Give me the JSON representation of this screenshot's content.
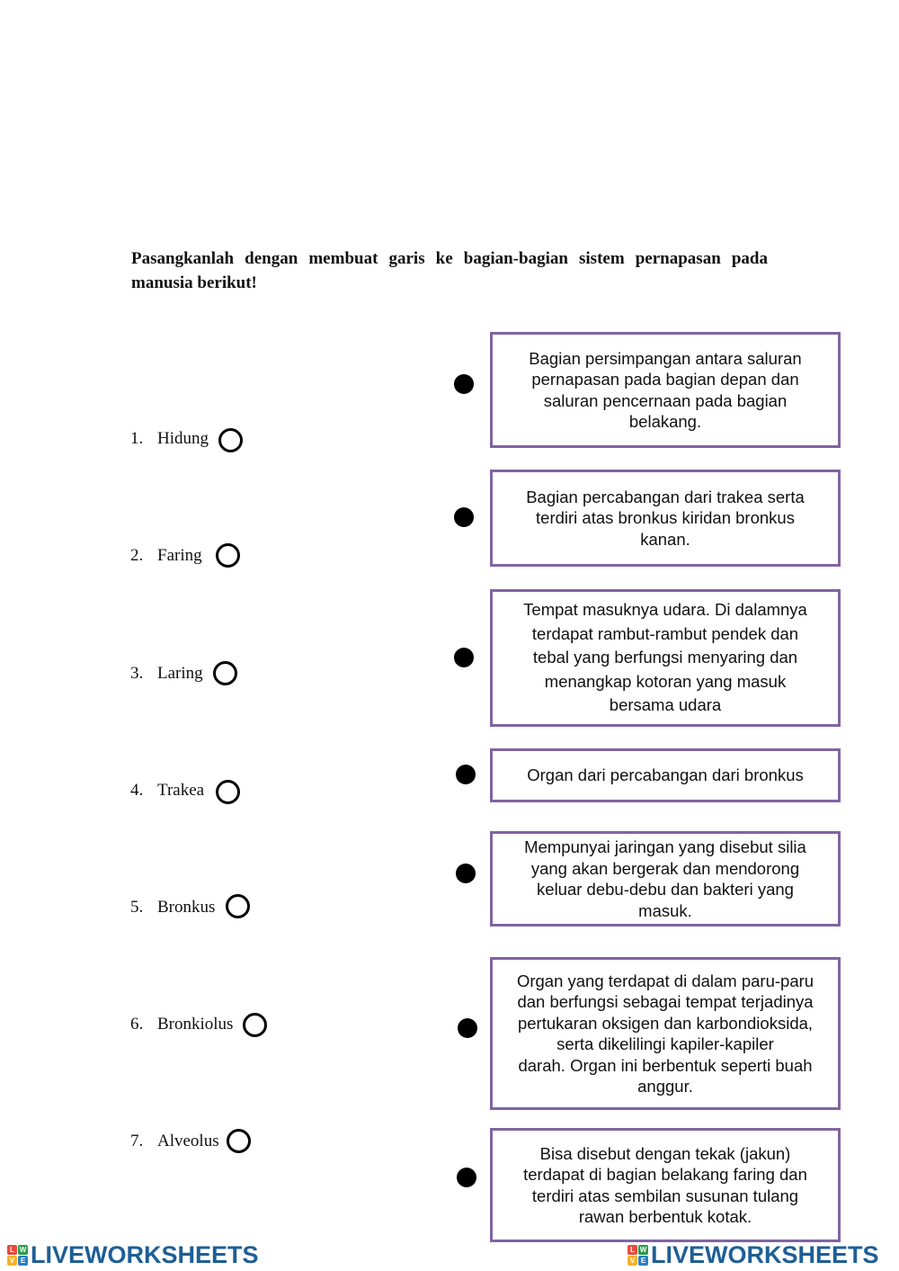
{
  "instruction": "Pasangkanlah dengan membuat garis ke bagian-bagian sistem pernapasan pada manusia berikut!",
  "terms": [
    {
      "num": "1.",
      "label": "Hidung"
    },
    {
      "num": "2.",
      "label": "Faring"
    },
    {
      "num": "3.",
      "label": "Laring"
    },
    {
      "num": "4.",
      "label": "Trakea"
    },
    {
      "num": "5.",
      "label": "Bronkus"
    },
    {
      "num": "6.",
      "label": "Bronkiolus"
    },
    {
      "num": "7.",
      "label": "Alveolus"
    }
  ],
  "definitions": [
    "Bagian persimpangan antara saluran\npernapasan pada bagian depan dan\nsaluran pencernaan pada bagian\nbelakang.",
    "Bagian percabangan dari trakea serta\nterdiri atas bronkus kiridan bronkus\nkanan.",
    "Tempat masuknya udara. Di dalamnya\nterdapat rambut-rambut pendek dan\ntebal yang berfungsi menyaring dan\nmenangkap kotoran yang masuk\nbersama udara",
    "Organ dari percabangan dari bronkus",
    "Mempunyai jaringan yang disebut silia\nyang akan bergerak dan mendorong\nkeluar debu-debu dan bakteri yang\nmasuk.",
    "Organ yang terdapat di dalam paru-paru\ndan berfungsi sebagai tempat terjadinya\npertukaran oksigen dan karbondioksida,\nserta dikelilingi kapiler-kapiler\ndarah. Organ ini berbentuk seperti buah\nanggur.",
    "Bisa disebut dengan tekak (jakun)\nterdapat di bagian belakang faring dan\nterdiri atas sembilan susunan tulang\nrawan berbentuk kotak."
  ],
  "footer": {
    "brand": "LIVEWORKSHEETS",
    "logo_letters": [
      "L",
      "W",
      "V",
      "E"
    ],
    "colors": {
      "brand": "#1d5f96",
      "box_border": "#8064a2"
    }
  }
}
